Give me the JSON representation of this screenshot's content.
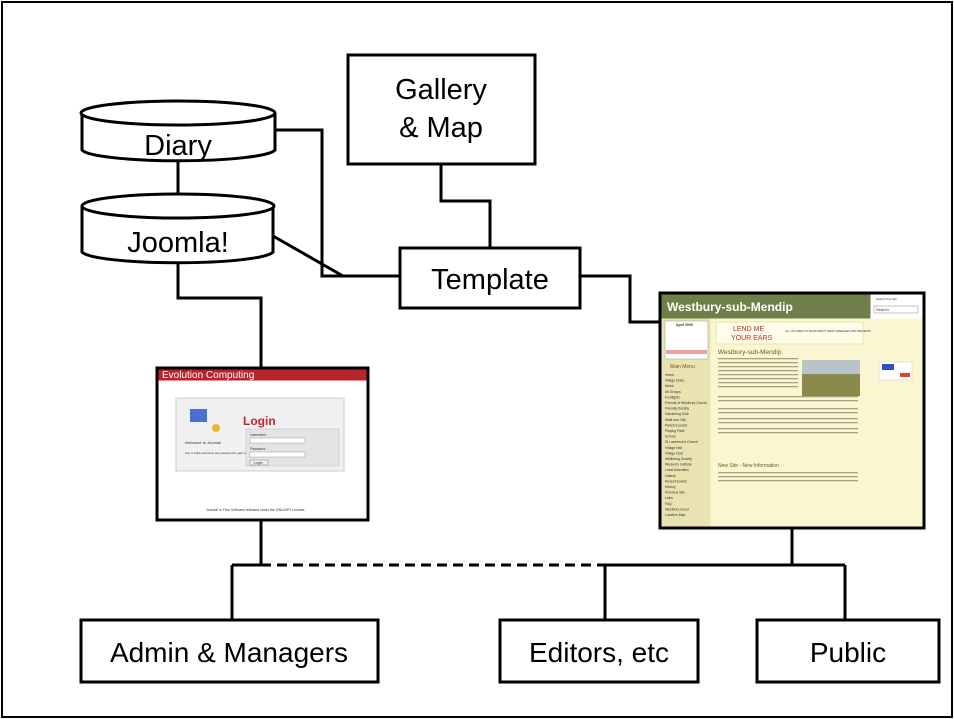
{
  "nodes": {
    "diary": "Diary",
    "joomla": "Joomla!",
    "gallery_line1": "Gallery",
    "gallery_line2": "& Map",
    "template": "Template",
    "admin": "Admin & Managers",
    "editors": "Editors, etc",
    "public": "Public"
  },
  "admin_screen": {
    "title": "Evolution Computing",
    "login_heading": "Login",
    "welcome": "Welcome to Joomla!",
    "instructions": "Use a valid username and password to gain access to the administration console.",
    "username_label": "Username",
    "password_label": "Password",
    "login_button": "Login",
    "footer": "Joomla! is Free Software released under the GNU/GPL License."
  },
  "site_screen": {
    "title": "Westbury-sub-Mendip",
    "search_label": "Search this Site",
    "search_box": "Search",
    "banner_line1": "LEND ME",
    "banner_line2": "YOUR EARS",
    "banner_side": "ALL YOU NEED TO KNOW ABOUT RADIO SPEECHES AND PRESENTATIONS",
    "calendar_title": "April 2009",
    "main_menu": "Main Menu",
    "menu_items": [
      "Home",
      "Village Diary",
      "News",
      "All Groups",
      "Footlights",
      "Friends of Westbury Church",
      "Friendly Society",
      "Gardening Club",
      "Walk and Talk",
      "Parish Council",
      "Playing Field",
      "School",
      "St Lawrence's Church",
      "Village Hall",
      "Village Club",
      "Wellbeing Society",
      "Women's Institute",
      "Local Amenities",
      "Gallery",
      "Recent Events",
      "History",
      "Previous Site",
      "Links",
      "FAQ",
      "Westbury Scout",
      "Location Map"
    ],
    "heading": "Westbury-sub-Mendip",
    "news_heading": "New Site - New Information"
  },
  "colors": {
    "line": "#000000",
    "admin_titlebar": "#b8242c",
    "login_red": "#c0262c",
    "site_header": "#6e7f4a",
    "site_bg": "#fbf6d2",
    "site_menu": "#e8e3b0"
  }
}
